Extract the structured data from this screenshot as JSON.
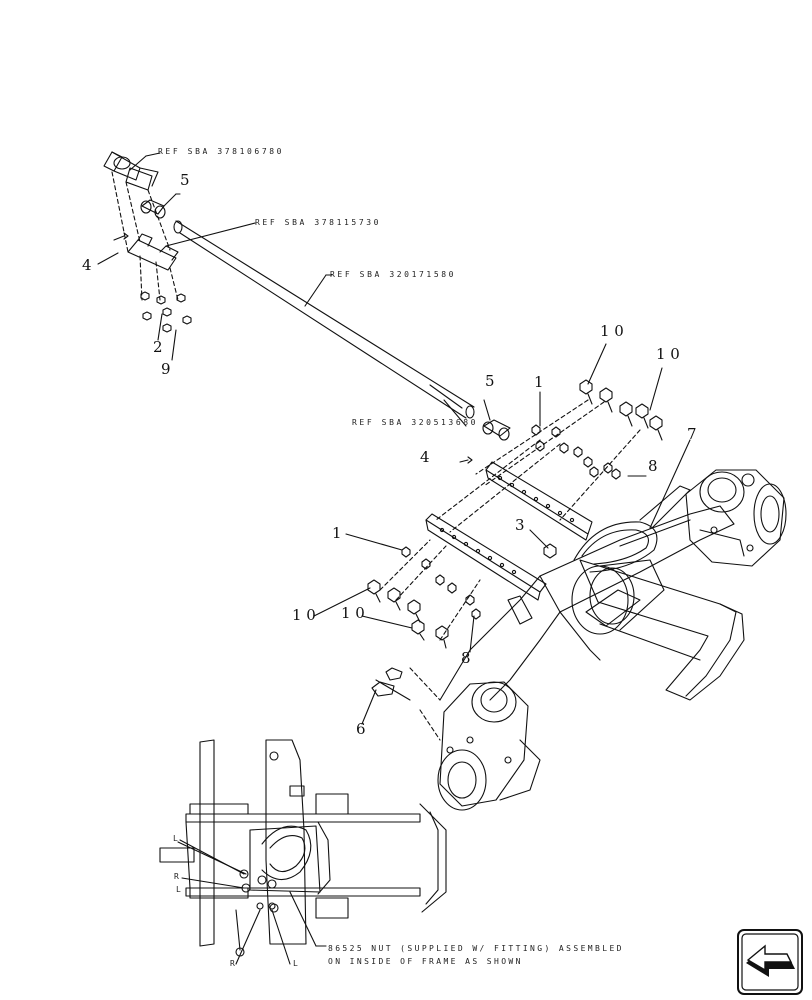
{
  "references": {
    "ref1": "REF SBA 378106780",
    "ref2": "REF SBA 378115730",
    "ref3": "REF SBA 320171580",
    "ref4": "REF SBA 320513680"
  },
  "callouts": {
    "c_5_top": "5",
    "c_4_top": "4",
    "c_2": "2",
    "c_9": "9",
    "c_10_a": "1 0",
    "c_10_b": "1 0",
    "c_5_mid": "5",
    "c_1_top": "1",
    "c_7": "7",
    "c_4_mid": "4",
    "c_8_top": "8",
    "c_3": "3",
    "c_1_mid": "1",
    "c_10_c": "1 0",
    "c_10_d": "1 0",
    "c_8_bottom": "8",
    "c_6": "6"
  },
  "inset_labels": {
    "l_top": "L",
    "r_mid": "R",
    "l_mid": "L",
    "r_bottom": "R",
    "l_bottom": "L"
  },
  "note": {
    "line1": "86525 NUT (SUPPLIED W/ FITTING) ASSEMBLED",
    "line2": "ON INSIDE OF FRAME AS SHOWN"
  }
}
